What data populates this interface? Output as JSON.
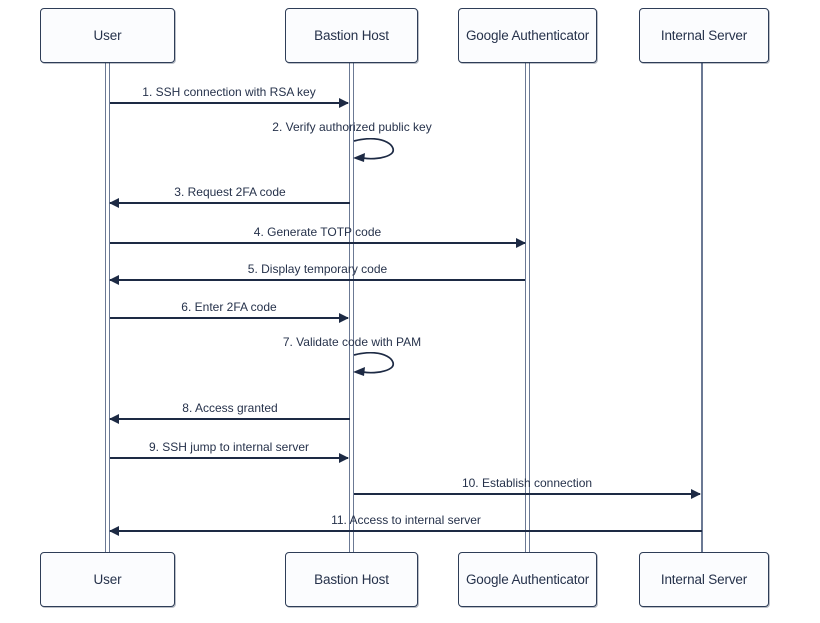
{
  "diagram": {
    "type": "sequence",
    "actors": [
      {
        "name": "User"
      },
      {
        "name": "Bastion Host"
      },
      {
        "name": "Google Authenticator"
      },
      {
        "name": "Internal Server"
      }
    ],
    "messages": [
      {
        "label": "1. SSH connection with RSA key",
        "from": "User",
        "to": "Bastion Host",
        "direction": "right",
        "style": "solid"
      },
      {
        "label": "2. Verify authorized public key",
        "from": "Bastion Host",
        "to": "Bastion Host",
        "direction": "self",
        "style": "solid"
      },
      {
        "label": "3. Request 2FA code",
        "from": "Bastion Host",
        "to": "User",
        "direction": "left",
        "style": "solid"
      },
      {
        "label": "4. Generate TOTP code",
        "from": "User",
        "to": "Google Authenticator",
        "direction": "right",
        "style": "solid"
      },
      {
        "label": "5. Display temporary code",
        "from": "Google Authenticator",
        "to": "User",
        "direction": "left",
        "style": "solid"
      },
      {
        "label": "6. Enter 2FA code",
        "from": "User",
        "to": "Bastion Host",
        "direction": "right",
        "style": "solid"
      },
      {
        "label": "7. Validate code with PAM",
        "from": "Bastion Host",
        "to": "Bastion Host",
        "direction": "self",
        "style": "solid"
      },
      {
        "label": "8. Access granted",
        "from": "Bastion Host",
        "to": "User",
        "direction": "left",
        "style": "solid"
      },
      {
        "label": "9. SSH jump to internal server",
        "from": "User",
        "to": "Bastion Host",
        "direction": "right",
        "style": "solid"
      },
      {
        "label": "10. Establish connection",
        "from": "Bastion Host",
        "to": "Internal Server",
        "direction": "right",
        "style": "solid"
      },
      {
        "label": "11. Access to internal server",
        "from": "Internal Server",
        "to": "User",
        "direction": "left",
        "style": "solid"
      }
    ],
    "colors": {
      "background": "#ffffff",
      "actor_fill": "#fbfcfe",
      "actor_border": "#2e3d57",
      "text": "#26324b",
      "message_line": "#1d2a44",
      "lifeline": "#6b7994"
    }
  }
}
